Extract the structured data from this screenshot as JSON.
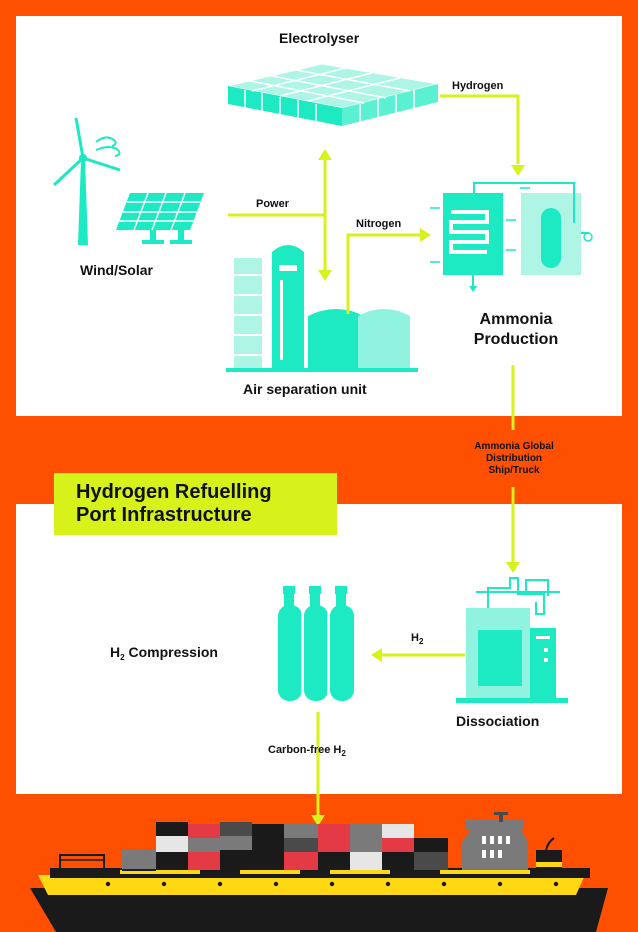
{
  "diagram": {
    "top_panel": {
      "electrolyser": "Electrolyser",
      "hydrogen": "Hydrogen",
      "power": "Power",
      "nitrogen": "Nitrogen",
      "wind_solar": "Wind/Solar",
      "ammonia_production_line1": "Ammonia",
      "ammonia_production_line2": "Production",
      "air_separation_unit": "Air separation unit"
    },
    "transport": {
      "line1": "Ammonia Global",
      "line2": "Distribution",
      "line3": "Ship/Truck"
    },
    "banner": {
      "line1": "Hydrogen Refuelling",
      "line2": "Port Infrastructure"
    },
    "bottom_panel": {
      "compression_prefix": "H",
      "compression_sub": "2",
      "compression_suffix": "Compression",
      "h2_arrow_prefix": "H",
      "h2_arrow_sub": "2",
      "dissociation": "Dissociation",
      "carbon_free_prefix": "Carbon-free H",
      "carbon_free_sub": "2"
    },
    "colors": {
      "background": "#fe5000",
      "panel": "#ffffff",
      "teal": "#1de9c3",
      "teal_light": "#8ff3e0",
      "lime": "#d7f21a",
      "text": "#111111",
      "ship_hull": "#ffd814",
      "ship_dark": "#1a1a1a"
    }
  }
}
